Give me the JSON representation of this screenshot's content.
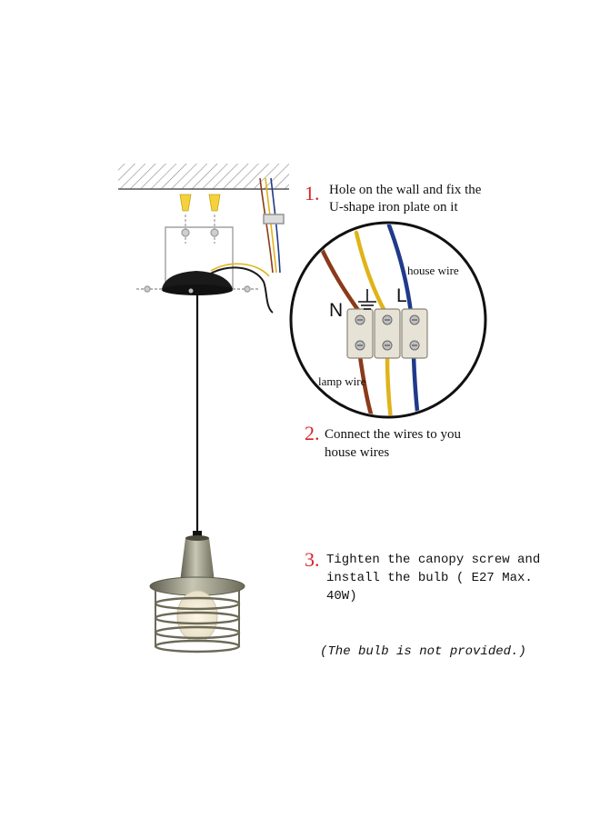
{
  "steps": [
    {
      "number": "1.",
      "text_line1": "Hole on the wall and fix the",
      "text_line2": "U-shape iron plate on it"
    },
    {
      "number": "2.",
      "text_line1": "Connect the wires to you",
      "text_line2": "house wires"
    },
    {
      "number": "3.",
      "text_line1": "Tighten the canopy screw and",
      "text_line2": "install the bulb ( E27 Max.",
      "text_line3": "40W)"
    }
  ],
  "note": "(The bulb is not provided.)",
  "wire_labels": {
    "house": "house wire",
    "lamp": "lamp wire"
  },
  "terminal_labels": {
    "neutral": "N",
    "live": "L"
  },
  "colors": {
    "step_number": "#d8232a",
    "wire_brown": "#8b3a1a",
    "wire_yellow": "#e0b419",
    "wire_blue": "#1f3a8a",
    "canopy": "#1a1a1a",
    "shade": "#9c9a86"
  },
  "icons": [
    "ceiling-hatch",
    "anchor-icon",
    "screw-icon",
    "terminal-block-icon",
    "ground-icon",
    "bulb-icon"
  ]
}
